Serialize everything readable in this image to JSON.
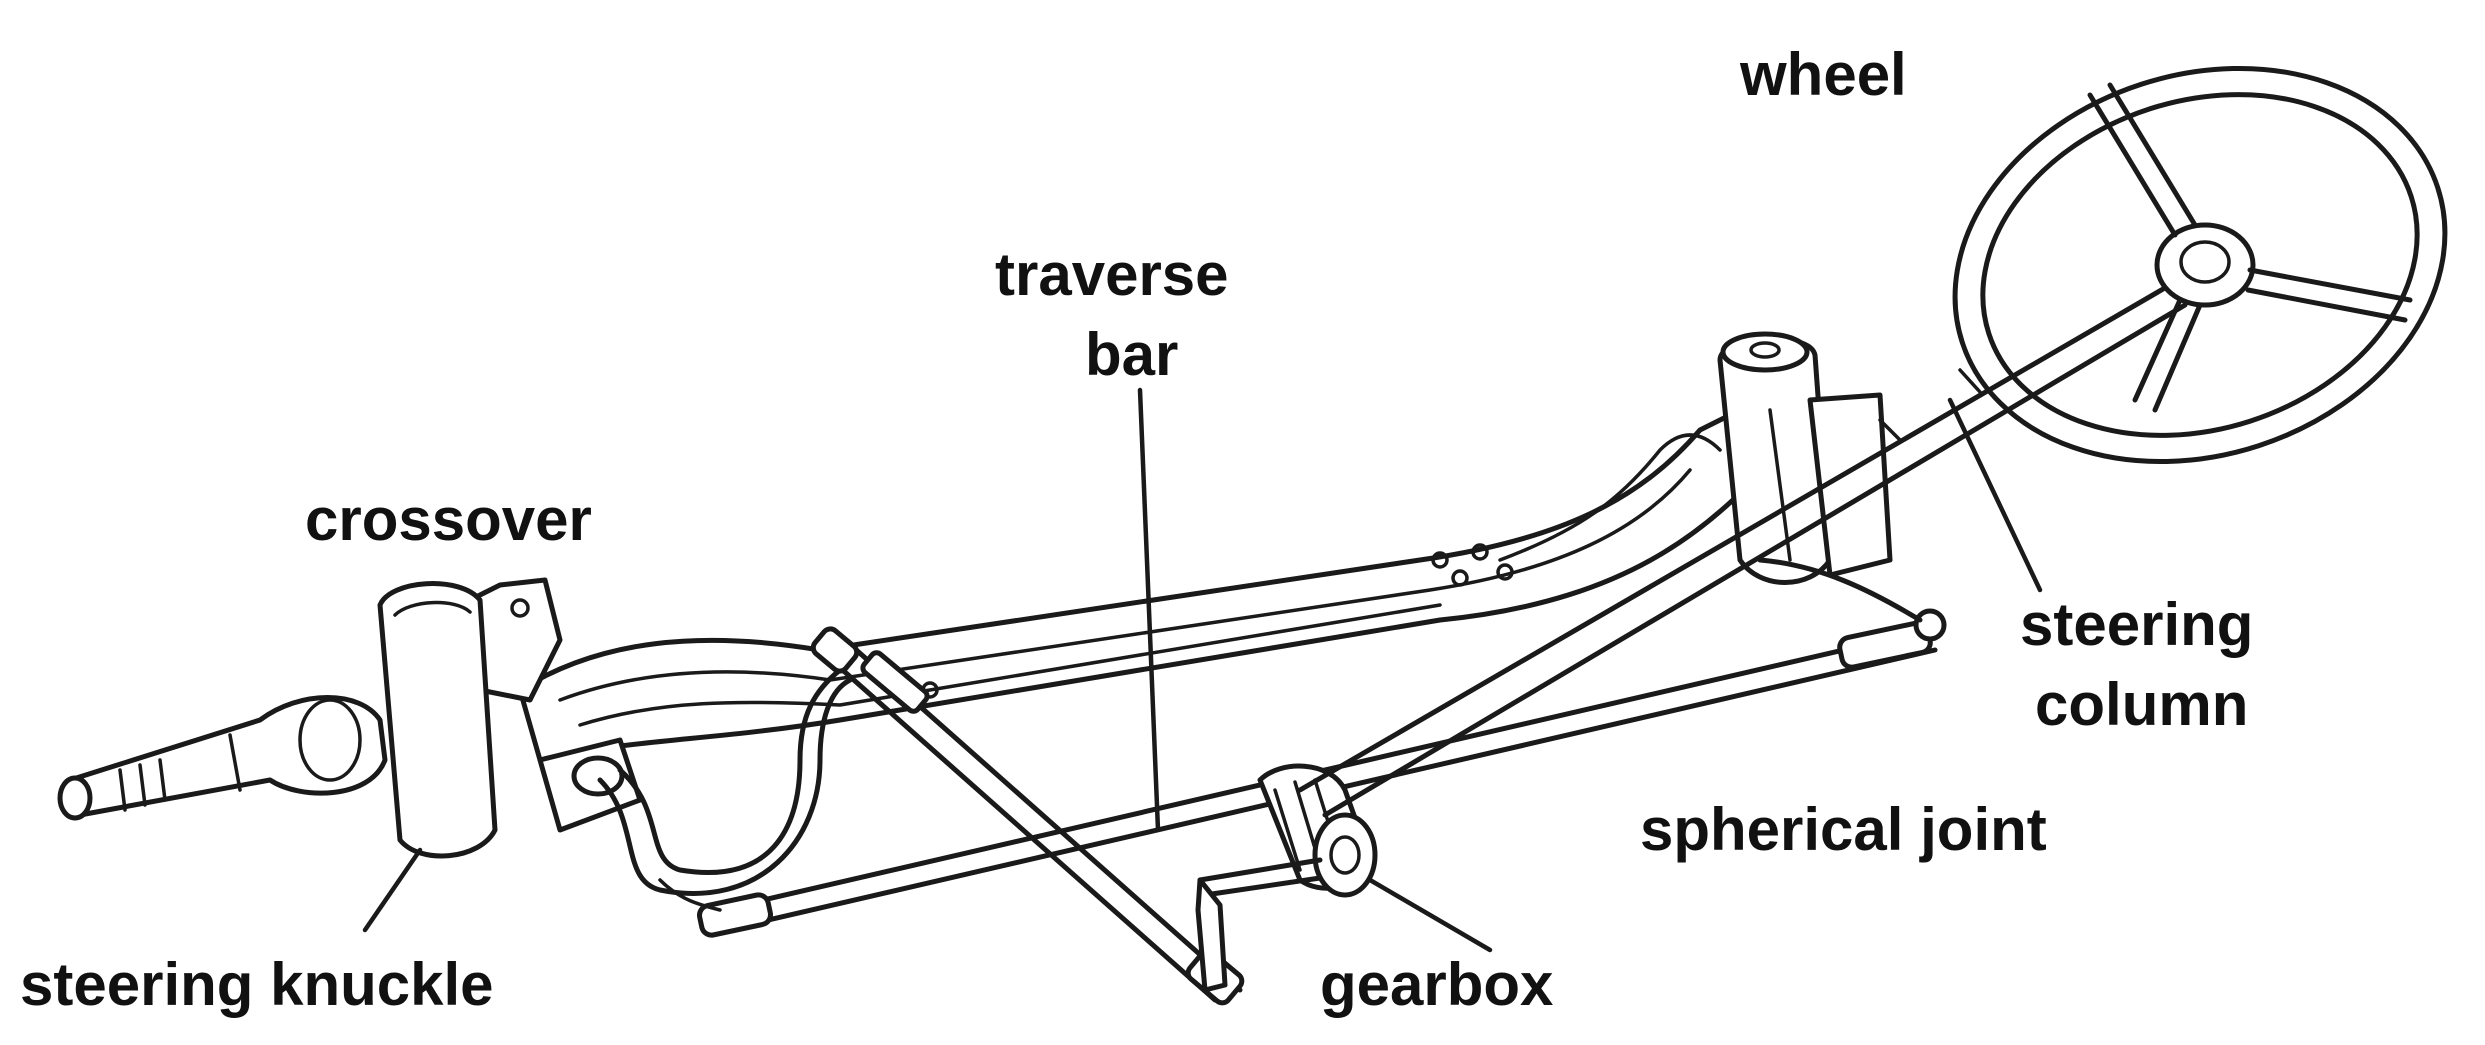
{
  "diagram": {
    "labels": {
      "wheel": "wheel",
      "traverse_bar_line1": "traverse",
      "traverse_bar_line2": "bar",
      "crossover": "crossover",
      "steering_column_line1": "steering",
      "steering_column_line2": "column",
      "spherical_joint": "spherical joint",
      "steering_knuckle": "steering knuckle",
      "gearbox": "gearbox"
    },
    "colors": {
      "ink": "#1a1a1a",
      "background": "#ffffff"
    }
  }
}
